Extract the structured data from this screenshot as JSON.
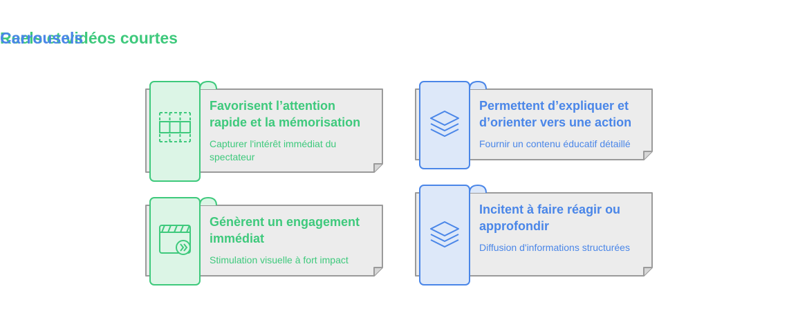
{
  "columns": [
    {
      "title": "Reels et vidéos courtes",
      "accent": "#3ec97c",
      "tab_fill": "#dcf5e6",
      "items": [
        {
          "title": "Favorisent l’attention rapide et la mémorisation",
          "subtitle": "Capturer l'intérêt immédiat du spectateur",
          "icon": "film-strip-icon"
        },
        {
          "title": "Génèrent un engagement immédiat",
          "subtitle": "Stimulation visuelle à fort impact",
          "icon": "video-play-icon"
        }
      ]
    },
    {
      "title": "Carrousels",
      "accent": "#4a86e8",
      "tab_fill": "#dde8f9",
      "items": [
        {
          "title": "Permettent d’expliquer et d’orienter vers une action",
          "subtitle": "Fournir un contenu éducatif détaillé",
          "icon": "layers-icon"
        },
        {
          "title": "Incitent à faire réagir ou approfondir",
          "subtitle": "Diffusion d'informations structurées",
          "icon": "layers-icon"
        }
      ]
    }
  ],
  "card_colors": {
    "paper_fill": "#ececec",
    "paper_stroke": "#9a9a9a"
  }
}
